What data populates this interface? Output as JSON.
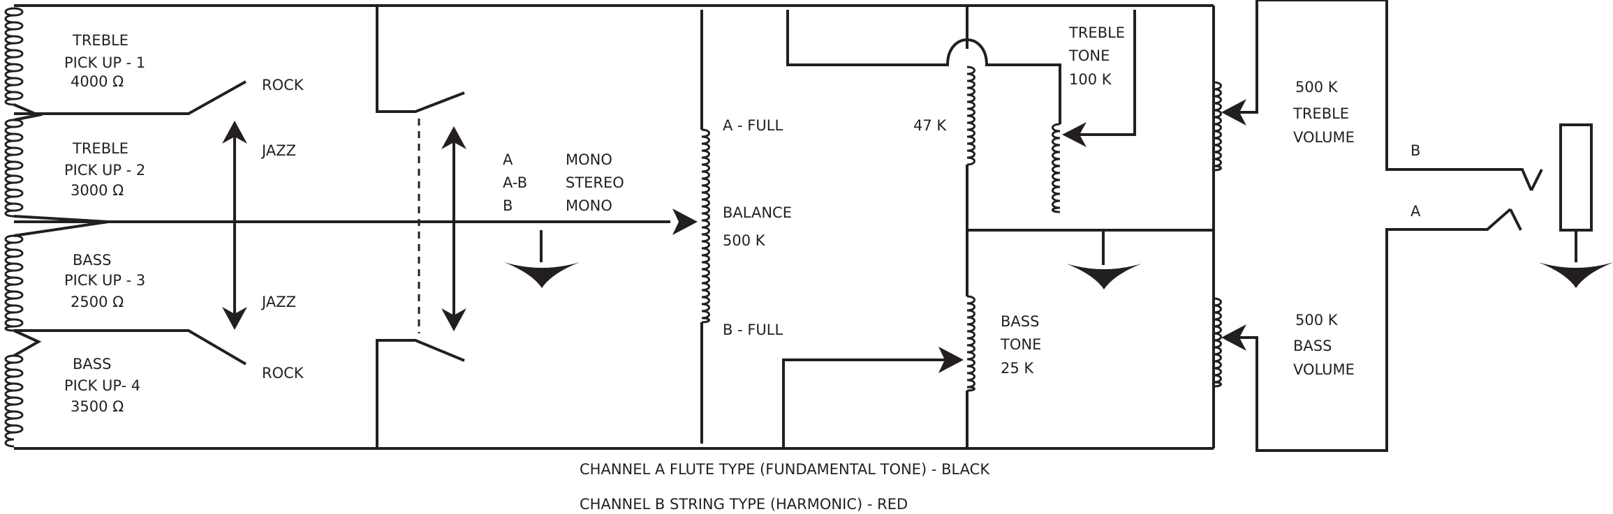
{
  "pickups": [
    {
      "name": "TREBLE",
      "label": "PICK UP - 1",
      "value": "4000 Ω"
    },
    {
      "name": "TREBLE",
      "label": "PICK UP - 2",
      "value": "3000 Ω"
    },
    {
      "name": "BASS",
      "label": "PICK UP - 3",
      "value": "2500 Ω"
    },
    {
      "name": "BASS",
      "label": "PICK UP- 4",
      "value": "3500 Ω"
    }
  ],
  "switch_labels": {
    "rock_top": "ROCK",
    "jazz_top": "JAZZ",
    "jazz_bottom": "JAZZ",
    "rock_bottom": "ROCK"
  },
  "mode_table": {
    "rows": [
      {
        "key": "A",
        "value": "MONO"
      },
      {
        "key": "A-B",
        "value": "STEREO"
      },
      {
        "key": "B",
        "value": "MONO"
      }
    ]
  },
  "balance": {
    "a_full": "A - FULL",
    "name": "BALANCE",
    "value": "500 K",
    "b_full": "B - FULL"
  },
  "resistor_47k": "47 K",
  "treble_tone": {
    "line1": "TREBLE",
    "line2": "TONE",
    "value": "100 K"
  },
  "bass_tone": {
    "line1": "BASS",
    "line2": "TONE",
    "value": "25 K"
  },
  "treble_volume": {
    "value": "500 K",
    "line1": "TREBLE",
    "line2": "VOLUME"
  },
  "bass_volume": {
    "value": "500 K",
    "line1": "BASS",
    "line2": "VOLUME"
  },
  "outputs": {
    "b": "B",
    "a": "A"
  },
  "legend": {
    "channel_a": "CHANNEL A   FLUTE TYPE (FUNDAMENTAL TONE) - BLACK",
    "channel_b": "CHANNEL B   STRING TYPE (HARMONIC) - RED"
  }
}
